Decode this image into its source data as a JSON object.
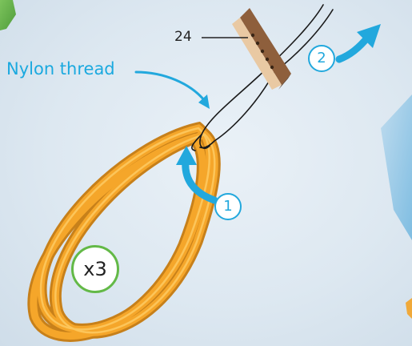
{
  "diagram": {
    "thread_label": "Nylon thread",
    "part_number": "24",
    "steps": [
      "1",
      "2"
    ],
    "quantity": "x3"
  },
  "colors": {
    "accent": "#22a8dd",
    "rubber_band": "#f2a52a",
    "quantity_ring": "#63b947",
    "wood": "#c9966b"
  }
}
